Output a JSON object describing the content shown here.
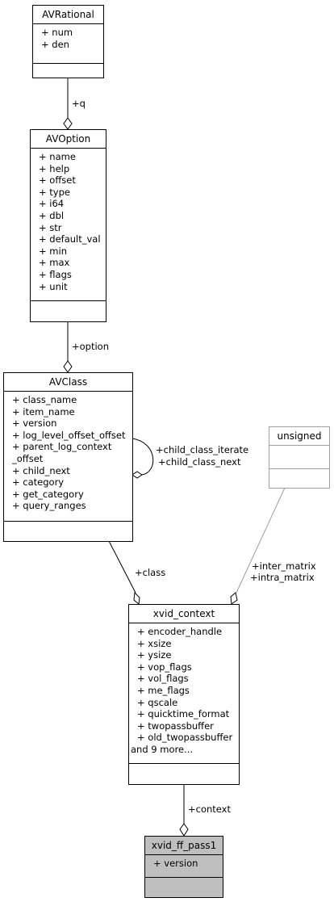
{
  "classes": {
    "avrational": {
      "name": "AVRational",
      "attributes": [
        "+ num",
        "+ den"
      ]
    },
    "avoption": {
      "name": "AVOption",
      "attributes": [
        "+ name",
        "+ help",
        "+ offset",
        "+ type",
        "+ i64",
        "+ dbl",
        "+ str",
        "+ default_val",
        "+ min",
        "+ max",
        "+ flags",
        "+ unit"
      ]
    },
    "avclass": {
      "name": "AVClass",
      "attributes": [
        "+ class_name",
        "+ item_name",
        "+ version",
        "+ log_level_offset_offset",
        "+ parent_log_context",
        "_offset",
        "+ child_next",
        "+ category",
        "+ get_category",
        "+ query_ranges"
      ]
    },
    "unsigned": {
      "name": "unsigned",
      "attributes": []
    },
    "xvid_context": {
      "name": "xvid_context",
      "attributes": [
        "+ encoder_handle",
        "+ xsize",
        "+ ysize",
        "+ vop_flags",
        "+ vol_flags",
        "+ me_flags",
        "+ qscale",
        "+ quicktime_format",
        "+ twopassbuffer",
        "+ old_twopassbuffer",
        "and 9 more..."
      ]
    },
    "xvid_ff_pass1": {
      "name": "xvid_ff_pass1",
      "attributes": [
        "+ version"
      ]
    }
  },
  "relations": {
    "q": "+q",
    "option": "+option",
    "child_class_iterate": "+child_class_iterate",
    "child_class_next": "+child_class_next",
    "class": "+class",
    "inter_matrix": "+inter_matrix",
    "intra_matrix": "+intra_matrix",
    "context": "+context"
  },
  "colors": {
    "line": "#000000",
    "gray_border": "#a0a0a0",
    "highlight_fill": "#bfbfbf"
  }
}
